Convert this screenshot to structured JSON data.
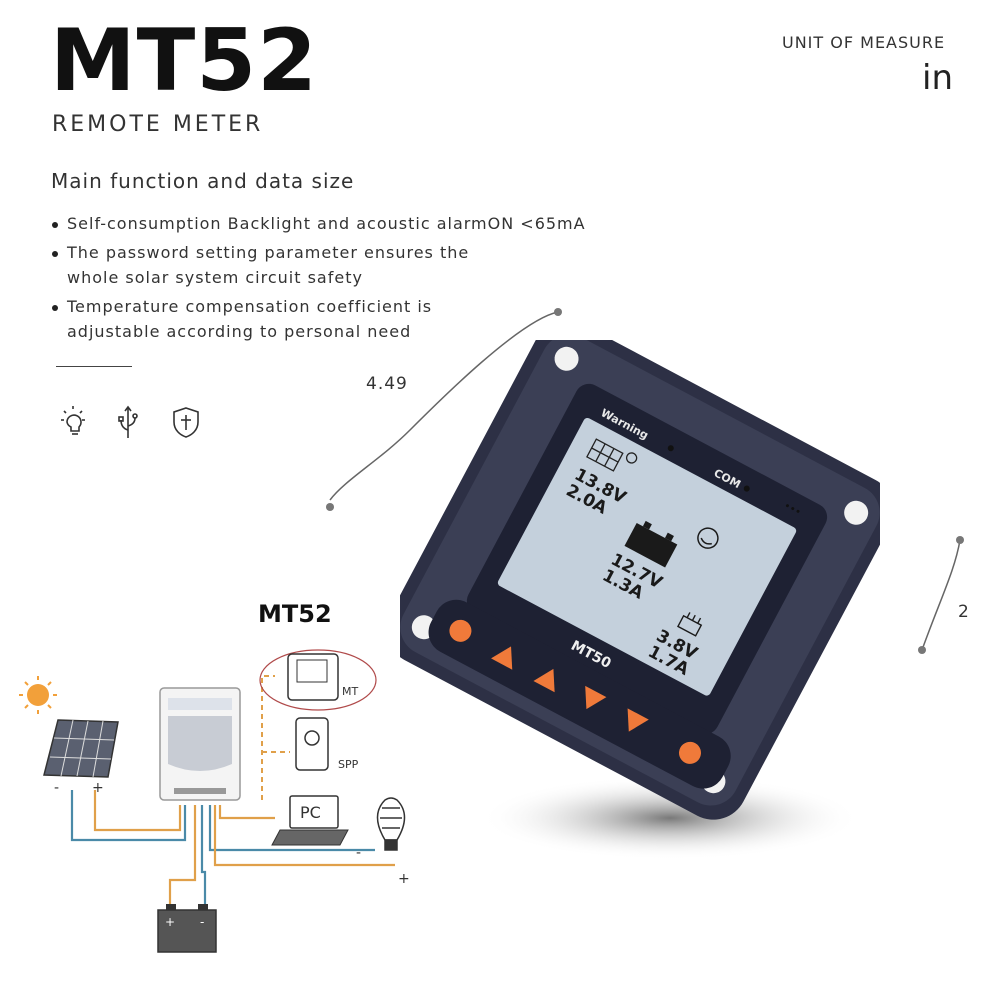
{
  "header": {
    "title": "MT52",
    "subtitle": "REMOTE METER",
    "unit_label": "UNIT OF MEASURE",
    "unit_value": "in"
  },
  "features": {
    "heading": "Main function and data size",
    "items": [
      {
        "line1": "Self-consumption Backlight and acoustic alarmON <65mA",
        "line2": ""
      },
      {
        "line1": "The password setting parameter ensures the",
        "line2": "whole solar system circuit safety"
      },
      {
        "line1": "Temperature compensation coefficient is",
        "line2": "adjustable according to personal need"
      }
    ],
    "icons": [
      "lightbulb-icon",
      "usb-icon",
      "shield-icon"
    ]
  },
  "dimensions": {
    "width": "4.49",
    "depth": "2"
  },
  "device": {
    "model": "MT50",
    "warning_label": "Warning",
    "com_label": "COM",
    "pv_voltage": "13.8V",
    "pv_current": "2.0A",
    "battery_voltage": "12.7V",
    "battery_current": "1.3A",
    "load_voltage": "3.8V",
    "load_current": "1.7A"
  },
  "diagram": {
    "label": "MT52",
    "mt_label": "MT",
    "spp_label": "SPP",
    "pc_label": "PC",
    "minus": "-",
    "plus": "+"
  },
  "colors": {
    "device_body": "#3b3f55",
    "lcd": "#c4d0dc",
    "button": "#f07a3a",
    "wire_orange": "#e0a04a",
    "wire_blue": "#4a8aa8"
  }
}
